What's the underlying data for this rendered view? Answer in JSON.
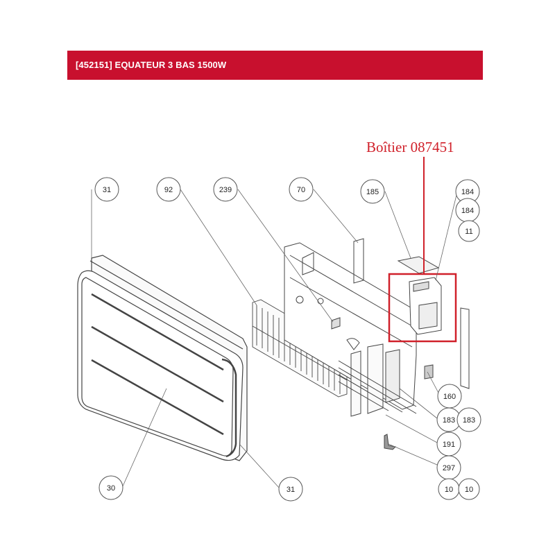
{
  "header": {
    "title": "[452151] EQUATEUR 3 BAS 1500W"
  },
  "annotation": {
    "label": "Boîtier 087451",
    "color": "#d0202a"
  },
  "callouts": [
    "31",
    "92",
    "239",
    "70",
    "185",
    "184",
    "184",
    "11",
    "160",
    "183",
    "183",
    "191",
    "297",
    "10",
    "10",
    "30",
    "31"
  ],
  "colors": {
    "brand_red": "#c8102e"
  }
}
